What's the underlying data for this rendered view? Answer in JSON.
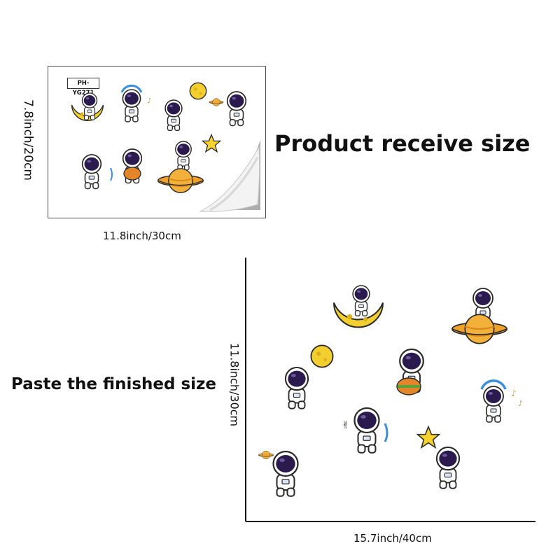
{
  "top_section": {
    "sheet_code": "PH-YG271",
    "title": "Product receive size",
    "width_label": "11.8inch/30cm",
    "height_label": "7.8inch/20cm"
  },
  "bottom_section": {
    "title": "Paste the finished size",
    "width_label": "15.7inch/40cm",
    "height_label": "11.8inch/30cm"
  },
  "colors": {
    "helmet": "#2b1a4d",
    "visor": "#3a2466",
    "moon": "#f2cf2e",
    "planet": "#f0a12a",
    "suit": "#ffffff",
    "outline": "#2a2a2a",
    "accent_blue": "#3a8fe0"
  }
}
